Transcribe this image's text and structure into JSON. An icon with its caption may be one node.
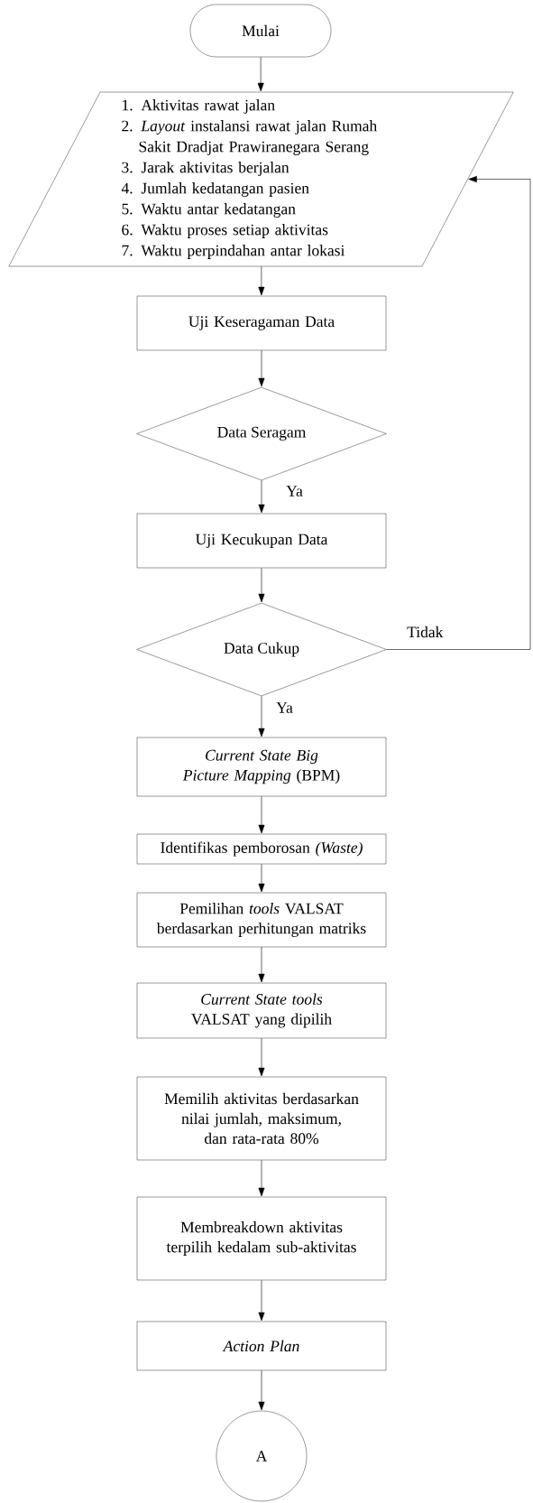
{
  "diagram": {
    "nodes": [
      {
        "text": [
          "Mulai"
        ]
      },
      {
        "text": [
          "1. Aktivitas rawat jalan",
          "2. *Layout* instalansi rawat jalan Rumah Sakit Dradjat Prawiranegara Serang",
          "3. Jarak aktivitas berjalan",
          "4. Jumlah kedatangan pasien",
          "5. Waktu antar kedatangan",
          "6. Waktu proses setiap aktivitas",
          "7. Waktu perpindahan antar lokasi"
        ]
      },
      {
        "text": [
          "Uji Keseragaman Data"
        ]
      },
      {
        "text": [
          "Data Seragam"
        ]
      },
      {
        "text": [
          "Uji Kecukupan Data"
        ]
      },
      {
        "text": [
          "Data Cukup"
        ]
      },
      {
        "text": [
          "*Current State Big Picture Mapping* (BPM)"
        ]
      },
      {
        "text": [
          "Identifikas pemborosan *(Waste)*"
        ]
      },
      {
        "text": [
          "Pemilihan *tools* VALSAT berdasarkan perhitungan matriks"
        ]
      },
      {
        "text": [
          "*Current State tools* VALSAT yang dipilih"
        ]
      },
      {
        "text": [
          "Memilih aktivitas berdasarkan nilai jumlah, maksimum, dan rata-rata 80%"
        ]
      },
      {
        "text": [
          "Membreakdown aktivitas terpilih kedalam sub-aktivitas"
        ]
      },
      {
        "text": [
          "Action Plan"
        ]
      },
      {
        "text": [
          "A"
        ]
      }
    ],
    "edges": [
      {
        "from": 0,
        "to": 1,
        "arrow": "to"
      },
      {
        "from": 1,
        "to": 2,
        "arrow": "to"
      },
      {
        "from": 2,
        "to": 3,
        "arrow": "to"
      },
      {
        "from": 3,
        "to": 4,
        "arrow": "to",
        "label": "Ya"
      },
      {
        "from": 4,
        "to": 5,
        "arrow": "to"
      },
      {
        "from": 5,
        "to": 6,
        "arrow": "to",
        "label": "Ya"
      },
      {
        "from": 5,
        "to": 1,
        "arrow": "to",
        "label": "Tidak"
      },
      {
        "from": 6,
        "to": 7,
        "arrow": "to"
      },
      {
        "from": 7,
        "to": 8,
        "arrow": "to"
      },
      {
        "from": 8,
        "to": 9,
        "arrow": "to"
      },
      {
        "from": 9,
        "to": 10,
        "arrow": "to"
      },
      {
        "from": 10,
        "to": 11,
        "arrow": "to"
      },
      {
        "from": 11,
        "to": 12,
        "arrow": "to"
      },
      {
        "from": 12,
        "to": 13,
        "arrow": "to"
      }
    ]
  }
}
